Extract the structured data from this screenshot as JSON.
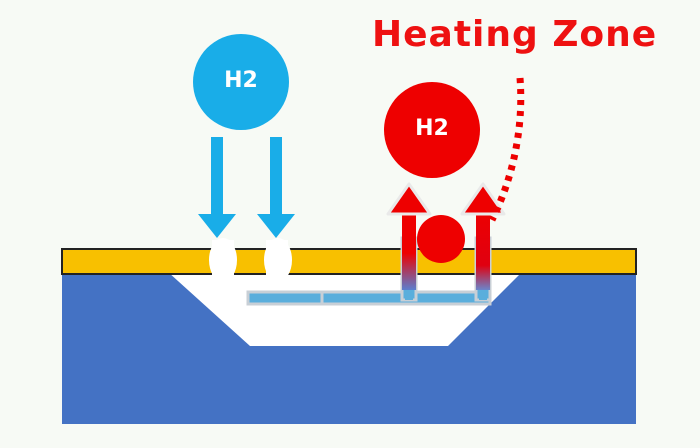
{
  "heating_zone": {
    "label": "Heating Zone"
  },
  "molecules": {
    "incoming_label": "H2",
    "outgoing_label": "H2"
  },
  "colors": {
    "background": "#f7faf5",
    "substrate": "#4472c4",
    "gold_layer": "#f8c000",
    "cavity": "#ffffff",
    "cold_blue": "#19ade8",
    "hot_red": "#ee0000",
    "channel_fill": "#5aaedc",
    "outline": "#222222"
  }
}
